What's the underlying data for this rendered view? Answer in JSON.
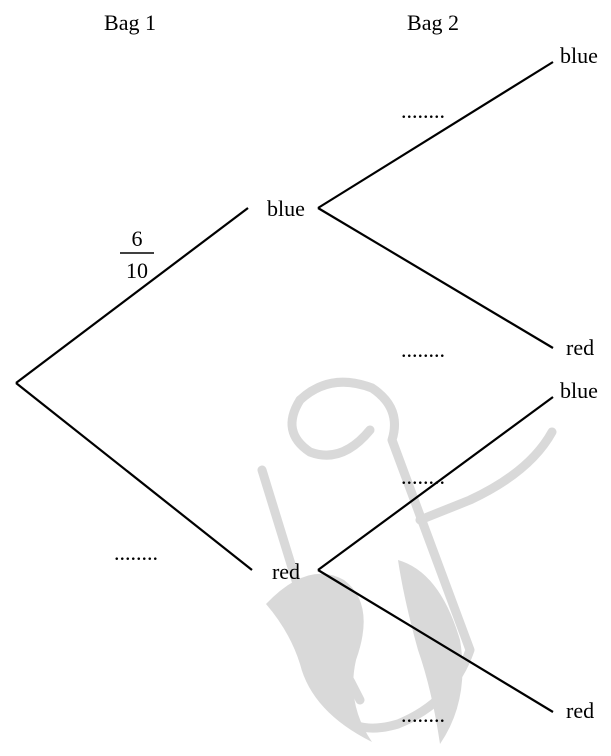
{
  "headings": {
    "bag1": "Bag 1",
    "bag2": "Bag 2"
  },
  "bag1_branches": {
    "blue": {
      "outcome": "blue",
      "probability_numerator": "6",
      "probability_denominator": "10"
    },
    "red": {
      "outcome": "red",
      "probability_blank": "........"
    }
  },
  "bag2_branches": {
    "after_blue": {
      "blue": {
        "outcome": "blue",
        "probability_blank": "........"
      },
      "red": {
        "outcome": "red",
        "probability_blank": "........"
      }
    },
    "after_red": {
      "blue": {
        "outcome": "blue",
        "probability_blank": "........"
      },
      "red": {
        "outcome": "red",
        "probability_blank": "........"
      }
    }
  },
  "watermark": {
    "icon": "rolled-diploma-icon",
    "color": "#d9d9d9"
  }
}
